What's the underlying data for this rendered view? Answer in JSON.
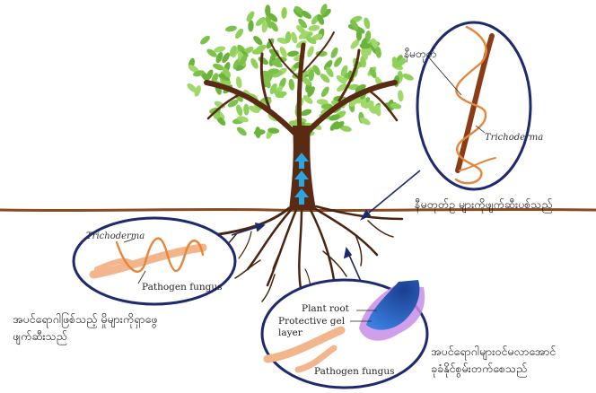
{
  "labels": {
    "hyphae_top": "နီမတုတ်",
    "trichoderma_top": "Trichoderma",
    "caption_right": "နီမတုတ်ဥ  များကိုဖျက်ဆီးပစ်သည်",
    "trichoderma_left": "Trichoderma",
    "pathogen_left": "Pathogen fungus",
    "caption_left": [
      "အပင်ရောဂါဖြစ်သည့်  မှိုများကိုရှာဖွေ",
      "ဖျက်ဆီးသည်"
    ],
    "plant_root": "Plant root",
    "protective_gel": [
      "Protective gel",
      "layer"
    ],
    "pathogen_bottom": "Pathogen fungus",
    "caption_bottom": [
      "အပင်ရောဂါများဝင်မလာအောင်",
      "ခုခံနိုင်စွမ်းတက်စေသည်"
    ]
  },
  "colors": {
    "circle_border": "#1d2a6e",
    "trunk": "#5a2a12",
    "leaf": "#7cc24a",
    "hyphae": "#e6863a",
    "pathogen": "#f2b58c",
    "root_blue": "#1f4fa8",
    "gel_purple": "#c88ee8",
    "arrow": "#2aa6e0"
  }
}
